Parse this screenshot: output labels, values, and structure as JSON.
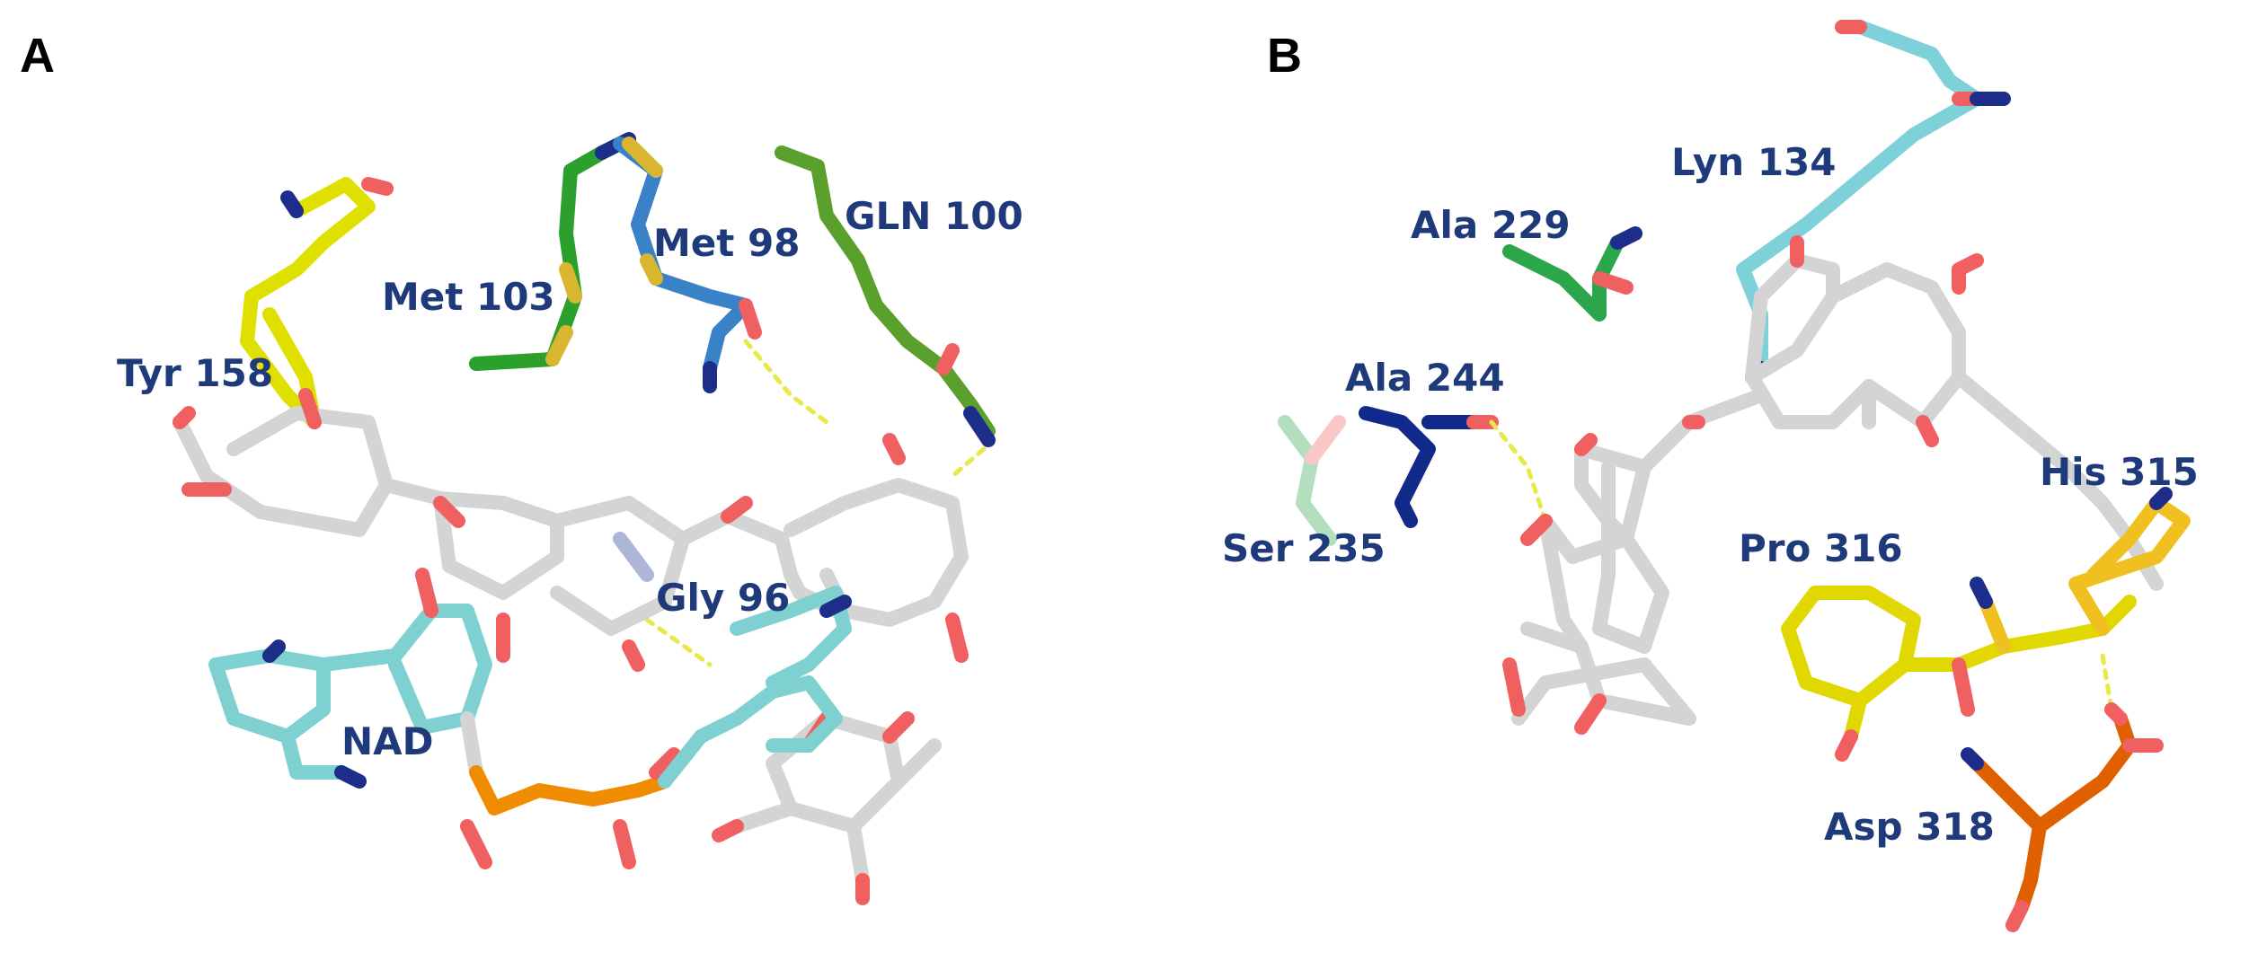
{
  "figure": {
    "panels": [
      {
        "letter": "A",
        "labels": {
          "met103": "Met 103",
          "met98": "Met 98",
          "gln100": "GLN 100",
          "tyr158": "Tyr 158",
          "gly96": "Gly 96",
          "nad": "NAD"
        }
      },
      {
        "letter": "B",
        "labels": {
          "lyn134": "Lyn 134",
          "ala229": "Ala 229",
          "ala244": "Ala 244",
          "ser235": "Ser 235",
          "pro316": "Pro 316",
          "his315": "His 315",
          "asp318": "Asp 318"
        }
      }
    ]
  },
  "colors": {
    "ligand_carbon": "#d4d4d4",
    "oxygen": "#f06060",
    "nitrogen": "#1c2e8a",
    "sulfur": "#d9b530",
    "hbond": "#e8e84a",
    "tyr": "#e0e000",
    "met98": "#3a82c8",
    "met103": "#2ca02c",
    "gln100": "#5aa02c",
    "nad_carbon": "#7fd1d1",
    "phosphate": "#f08c00",
    "lyn": "#7fd1d9",
    "ala229": "#2ca64a",
    "ala244": "#0f2a8a",
    "pro316": "#e0d800",
    "his315": "#f0c020",
    "asp318": "#e06000",
    "label_text": "#1f3a7a"
  }
}
